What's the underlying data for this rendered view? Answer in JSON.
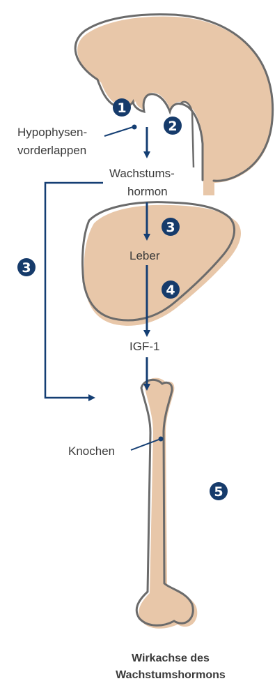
{
  "colors": {
    "organ_fill": "#e8c7a9",
    "outline": "#6b6b6b",
    "arrow": "#143e73",
    "badge": "#163b6b",
    "text": "#3a3a3a"
  },
  "labels": {
    "hypophysen": "Hypophysen-",
    "vorderlappen": "vorderlappen",
    "wachstums": "Wachstums-",
    "hormon": "hormon",
    "leber": "Leber",
    "igf": "IGF-1",
    "knochen": "Knochen"
  },
  "badges": {
    "b1": "1",
    "b2": "2",
    "b3a": "3",
    "b3b": "3",
    "b4": "4",
    "b5": "5"
  },
  "caption": {
    "line1": "Wirkachse des",
    "line2": "Wachstumshormons"
  }
}
